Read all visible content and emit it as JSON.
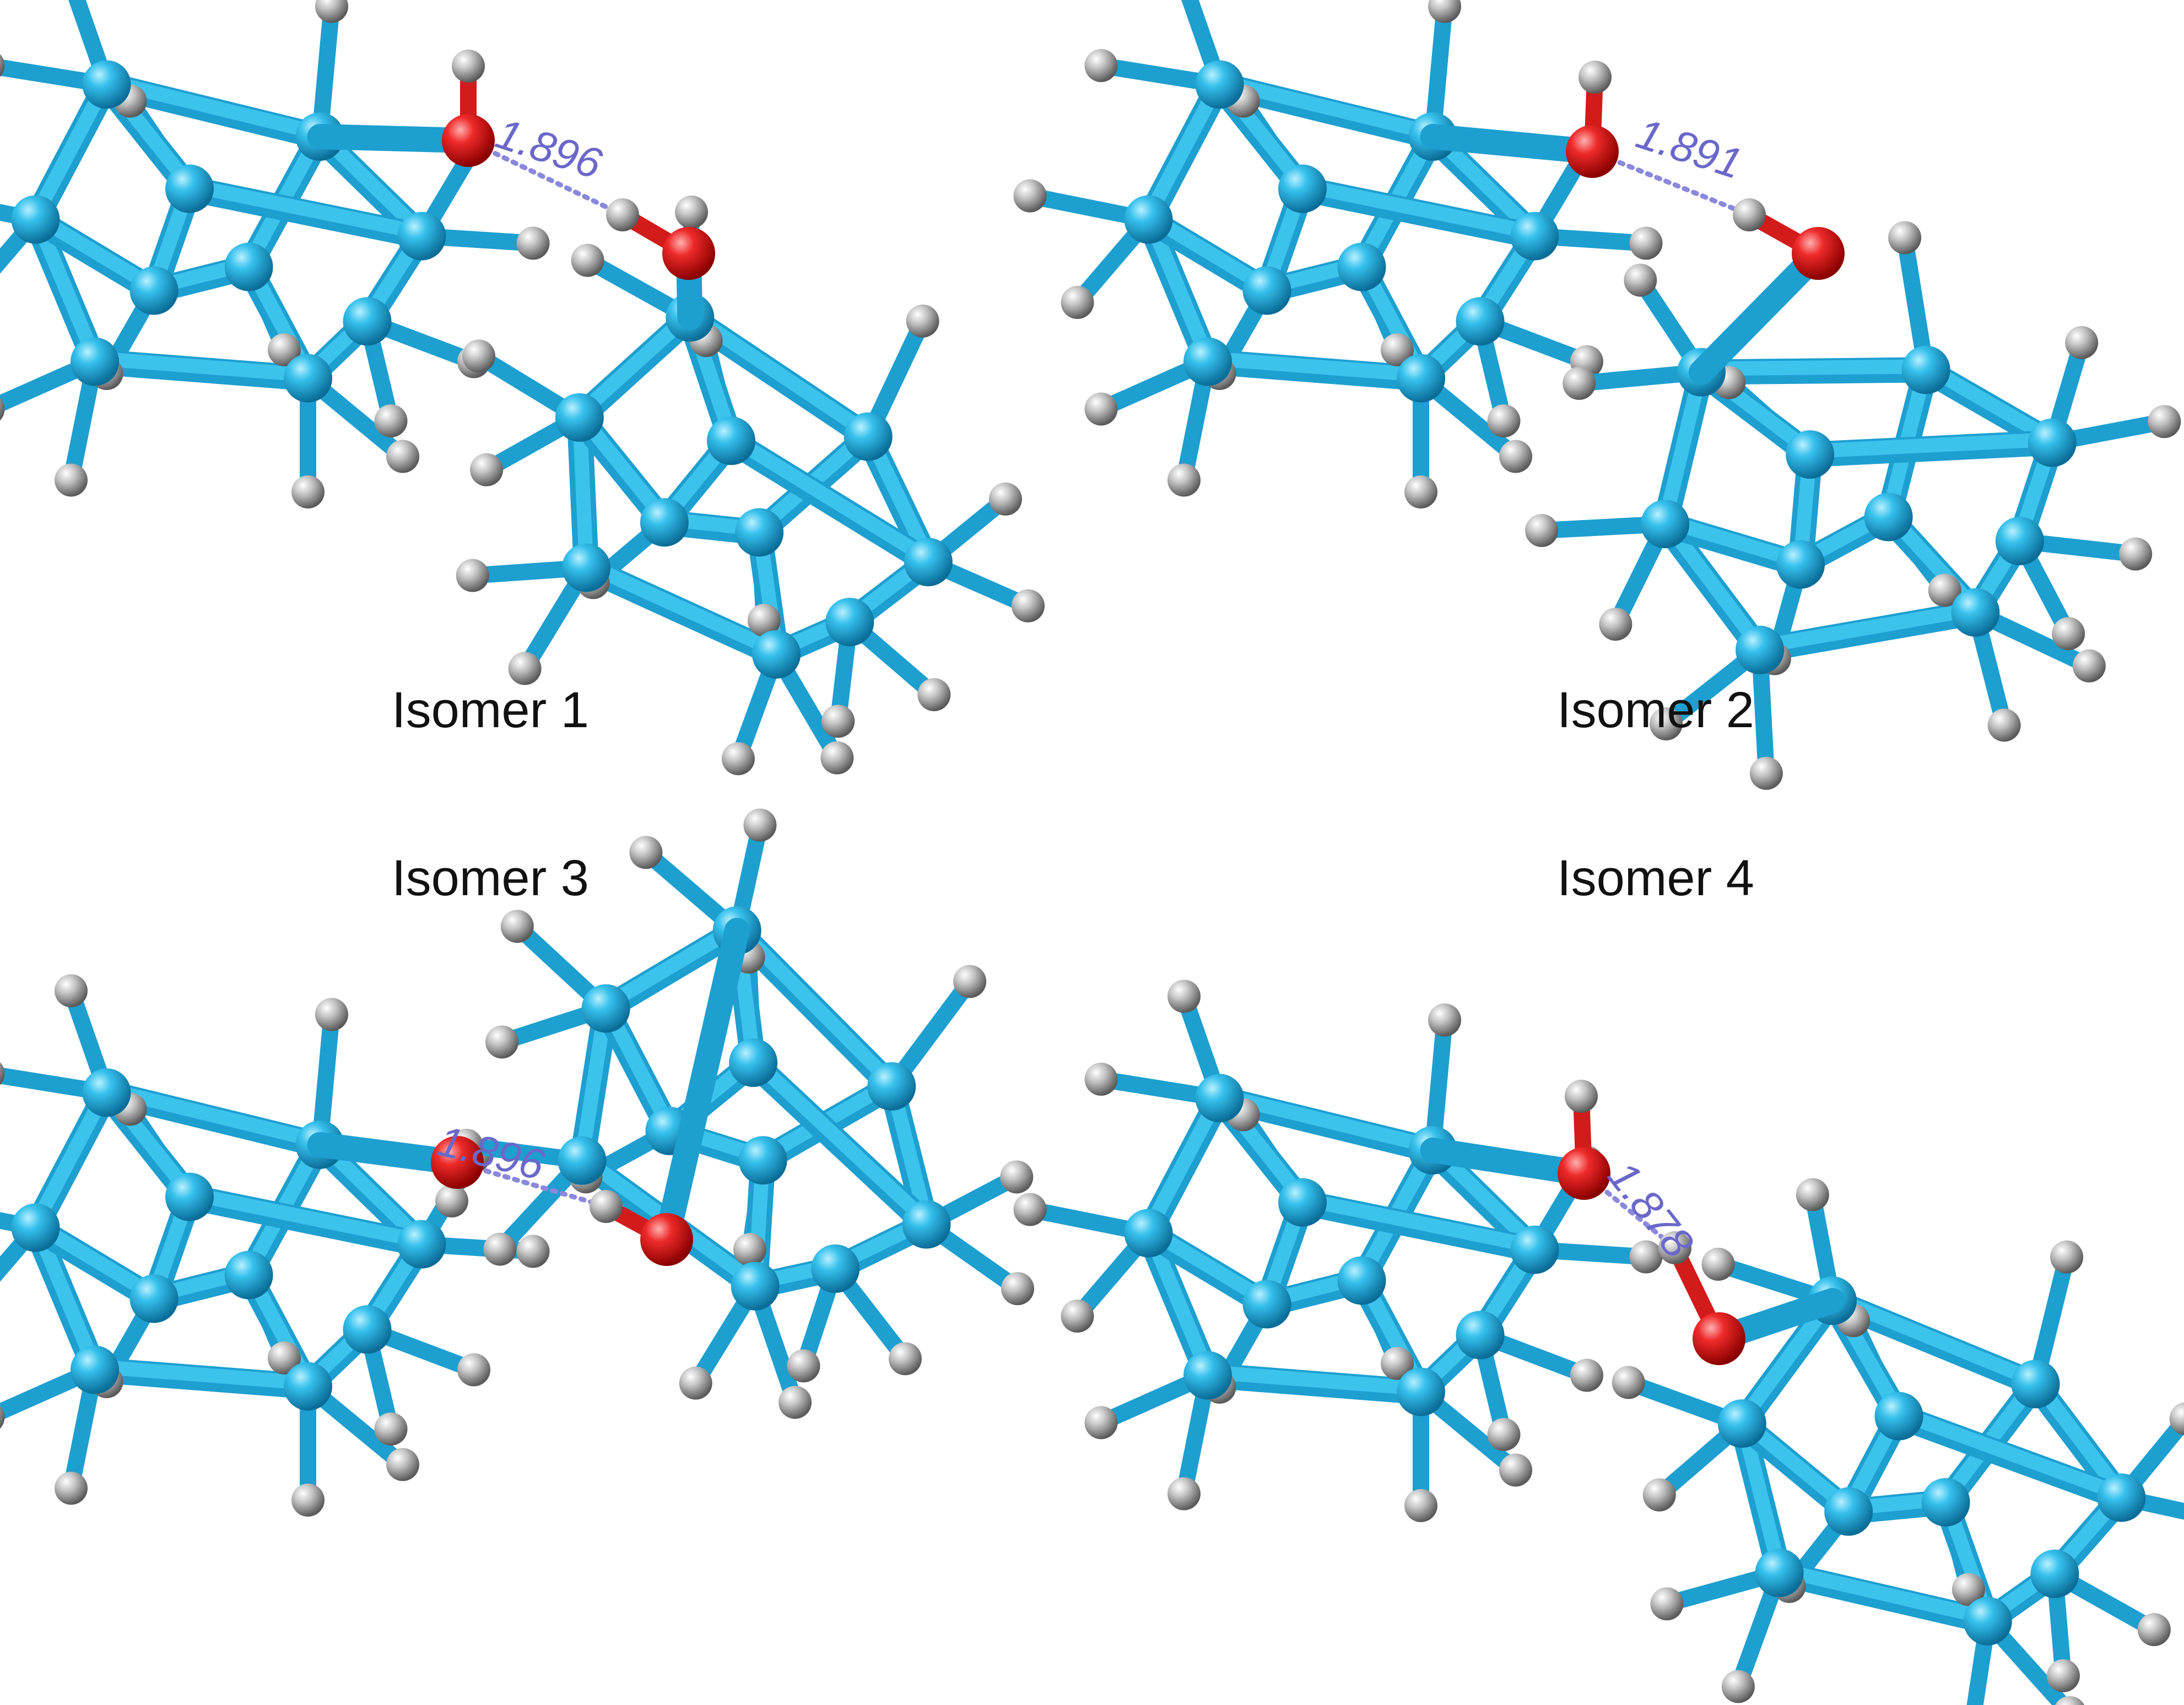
{
  "isomers": [
    {
      "label": "Isomer 1",
      "distance": "1.896"
    },
    {
      "label": "Isomer 2",
      "distance": "1.891"
    },
    {
      "label": "Isomer 3",
      "distance": "1.896"
    },
    {
      "label": "Isomer 4",
      "distance": "1.878"
    }
  ],
  "colors": {
    "carbon": "#1fa6d8",
    "oxygen": "#e01e1e",
    "hydrogen": "#9a9a9a",
    "hbond": "#7b78d4",
    "label": "#111111"
  }
}
